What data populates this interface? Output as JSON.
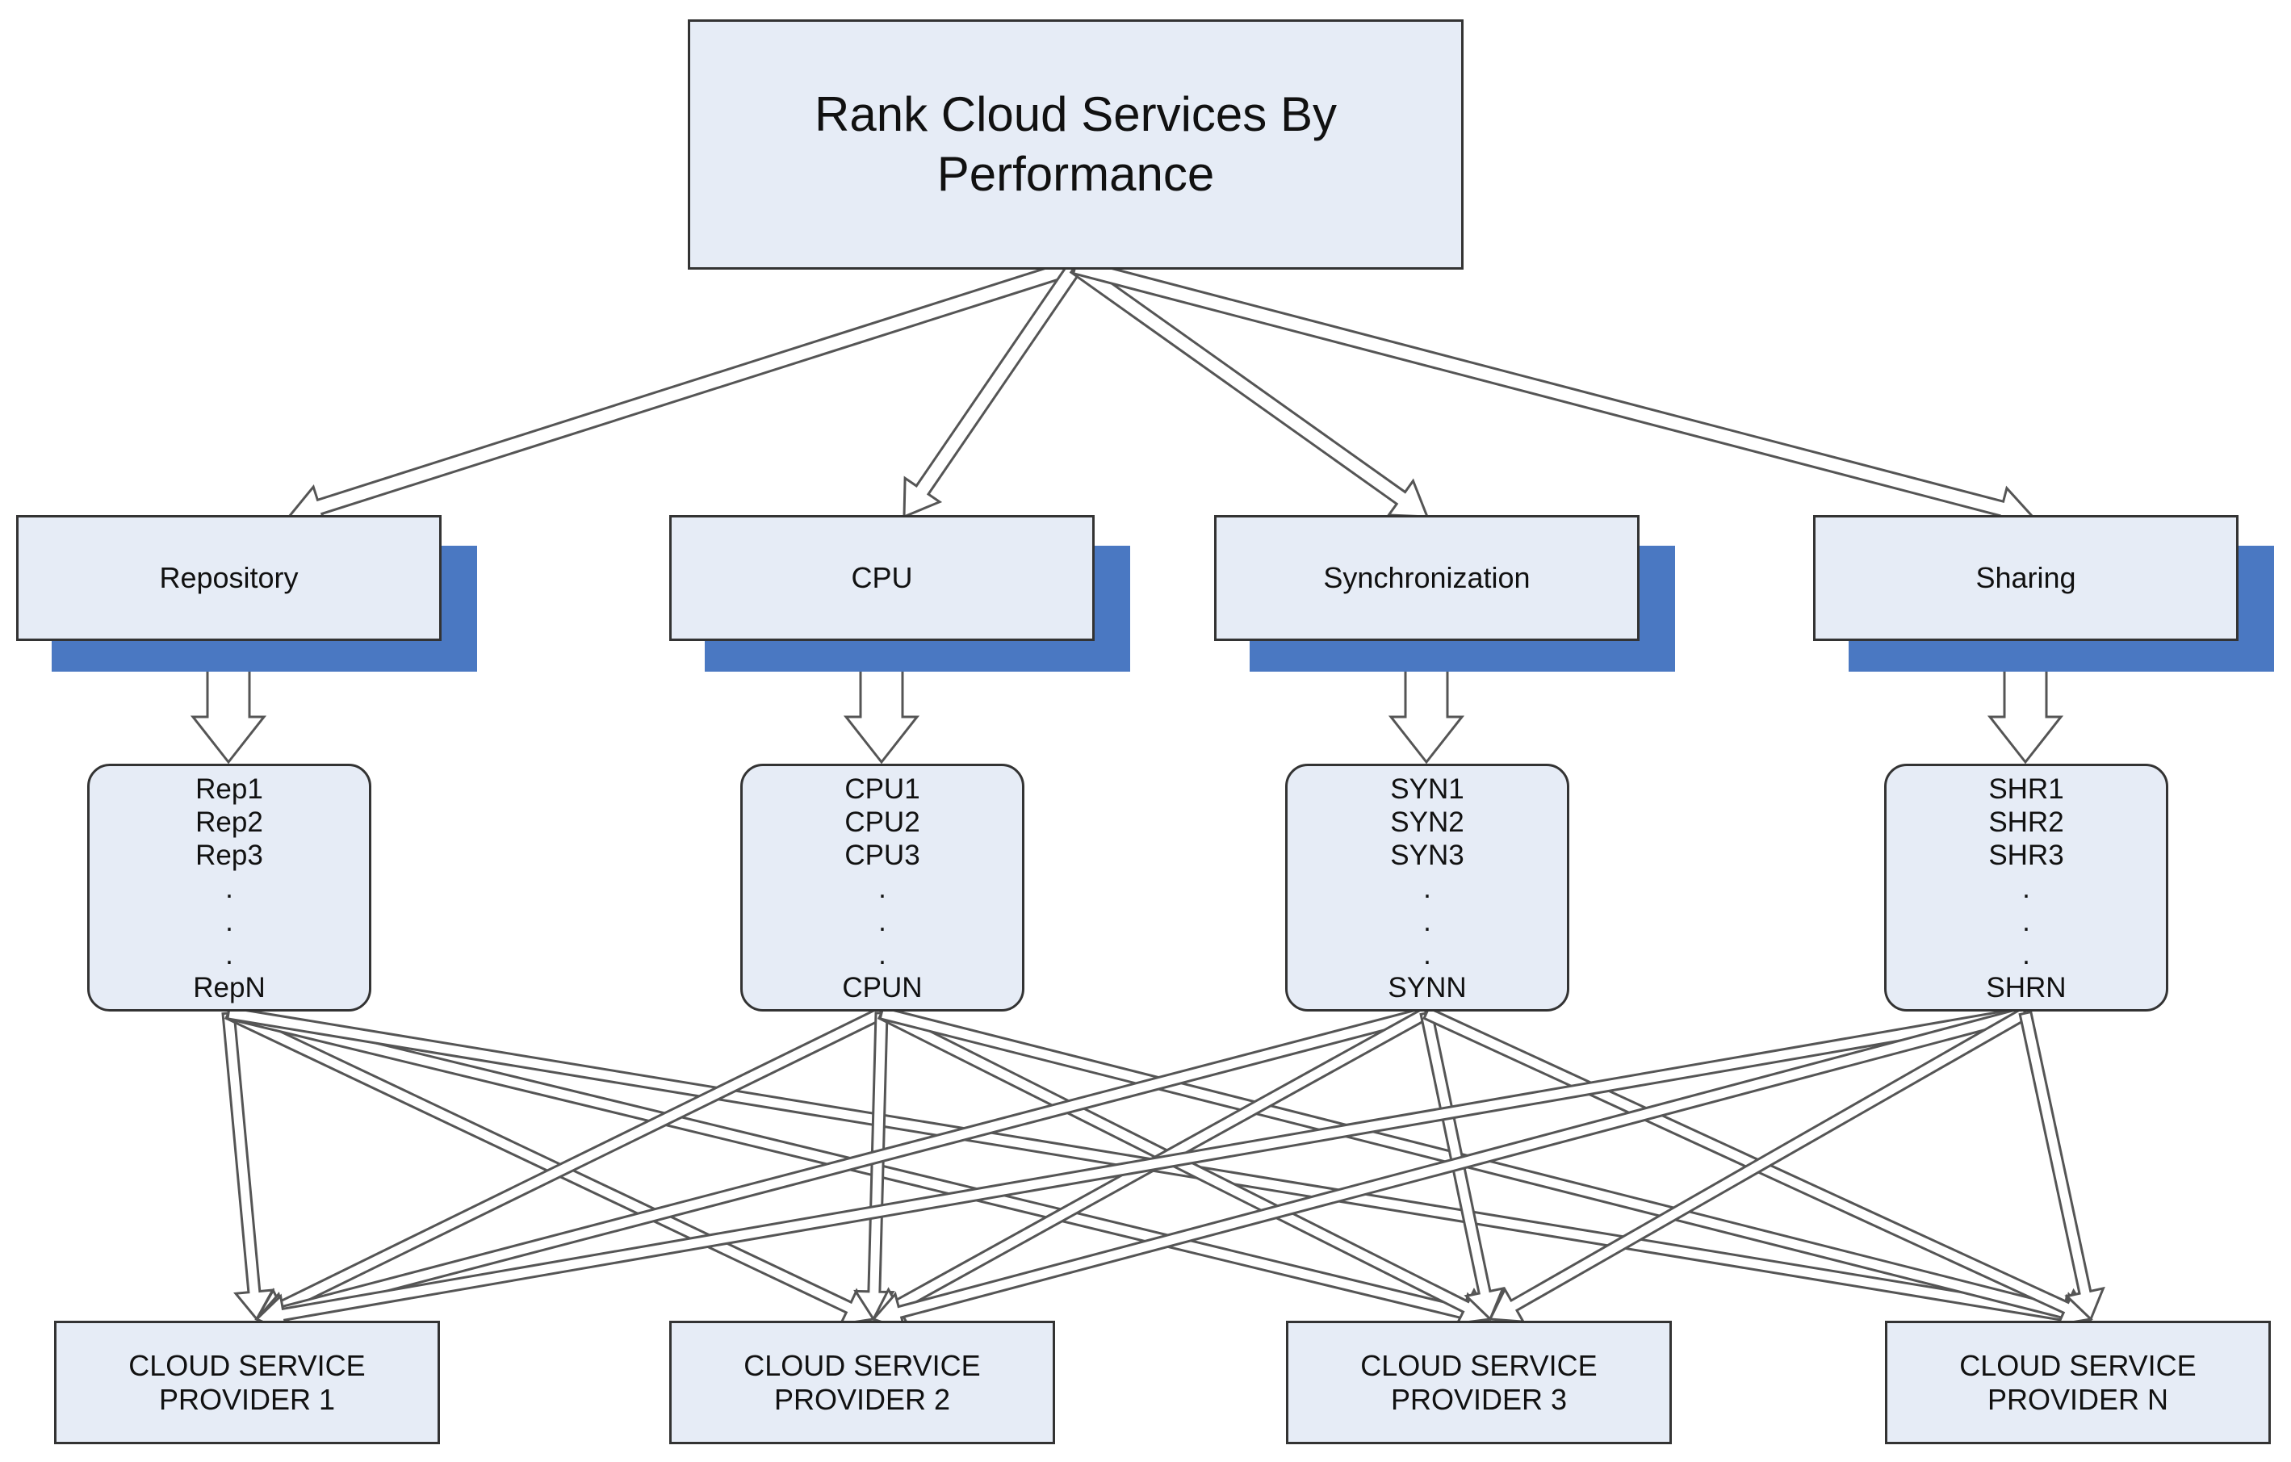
{
  "title": "Rank Cloud Services By\nPerformance",
  "categories": [
    {
      "label": "Repository",
      "items": [
        "Rep1",
        "Rep2",
        "Rep3",
        ".",
        ".",
        ".",
        "RepN"
      ]
    },
    {
      "label": "CPU",
      "items": [
        "CPU1",
        "CPU2",
        "CPU3",
        ".",
        ".",
        ".",
        "CPUN"
      ]
    },
    {
      "label": "Synchronization",
      "items": [
        "SYN1",
        "SYN2",
        "SYN3",
        ".",
        ".",
        ".",
        "SYNN"
      ]
    },
    {
      "label": "Sharing",
      "items": [
        "SHR1",
        "SHR2",
        "SHR3",
        ".",
        ".",
        ".",
        "SHRN"
      ]
    }
  ],
  "providers": [
    "CLOUD SERVICE\nPROVIDER 1",
    "CLOUD SERVICE\nPROVIDER 2",
    "CLOUD SERVICE\nPROVIDER 3",
    "CLOUD SERVICE\nPROVIDER N"
  ],
  "colors": {
    "box_fill": "#e6ecf6",
    "border": "#333333",
    "shadow": "#4a78c2",
    "arrow_fill": "#ffffff",
    "arrow_stroke": "#555555"
  }
}
